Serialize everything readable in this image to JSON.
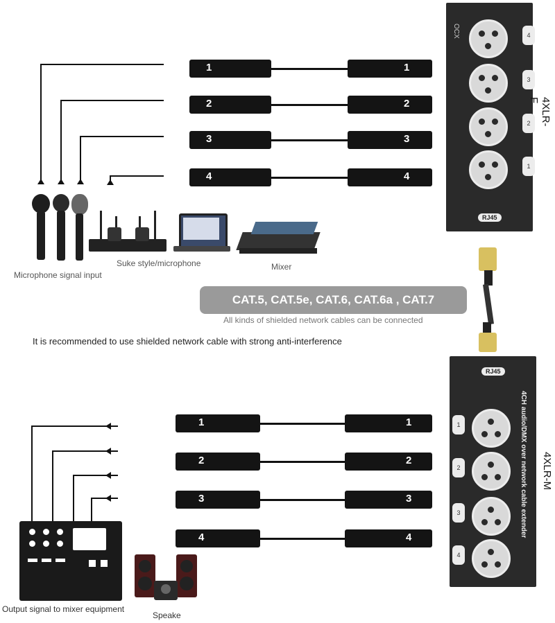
{
  "top_panel": {
    "brand": "OCX",
    "label": "4XLR-F",
    "rj45": "RJ45",
    "ports": [
      "4",
      "3",
      "2",
      "1"
    ]
  },
  "bottom_panel": {
    "label": "4XLR-M",
    "rj45": "RJ45",
    "ports": [
      "1",
      "2",
      "3",
      "4"
    ],
    "title": "4CH audio/DMX over network cable extender"
  },
  "cables_top": [
    "1",
    "2",
    "3",
    "4"
  ],
  "cables_bottom": [
    "1",
    "2",
    "3",
    "4"
  ],
  "captions": {
    "microphone_signal": "Microphone signal input",
    "suke": "Suke style/microphone",
    "mixer": "Mixer",
    "output_signal": "Output signal to mixer equipment",
    "speake": "Speake"
  },
  "cat_types": "CAT.5, CAT.5e, CAT.6, CAT.6a , CAT.7",
  "cat_note": "All kinds of shielded network cables can be connected",
  "recommendation": "It is recommended to use shielded network cable with strong anti-interference",
  "colors": {
    "panel": "#2a2a2a",
    "port": "#d9d9d9",
    "cat_box": "#9a9a9a"
  }
}
